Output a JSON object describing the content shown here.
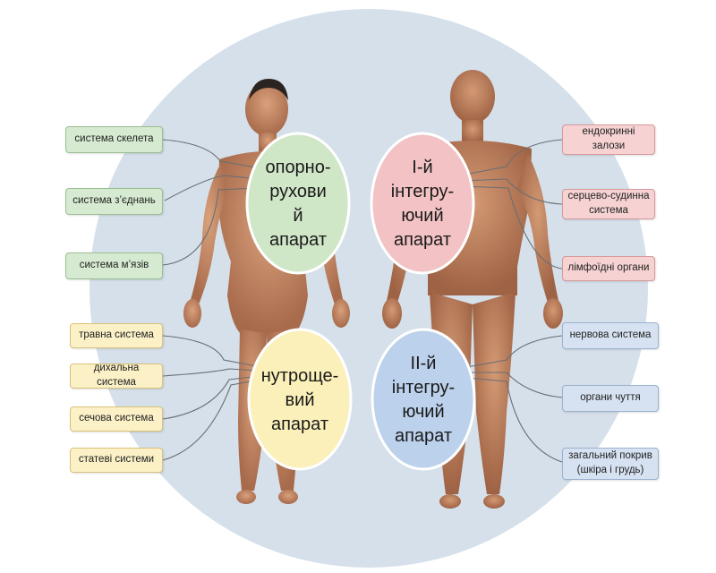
{
  "colors": {
    "background_circle": "#d5e0ea",
    "skin": "#c98a66",
    "green": "#cfe6c7",
    "red": "#f2c2c4",
    "yellow": "#fbf0b9",
    "blue": "#bcd1ec"
  },
  "groups": {
    "support": {
      "title": "опорно-\nрухови\nй\nапарат",
      "labels": [
        "система скелета",
        "система з’єднань",
        "система м’язів"
      ]
    },
    "visceral": {
      "title": "нутроще-\nвий\nапарат",
      "labels": [
        "травна система",
        "дихальна система",
        "сечова система",
        "статеві системи"
      ]
    },
    "integr1": {
      "title": "І-й\nінтегру-\nючий\nапарат",
      "labels": [
        "ендокринні\nзалози",
        "серцево-судинна\nсистема",
        "лімфоїдні органи"
      ]
    },
    "integr2": {
      "title": "ІІ-й\nінтегру-\nючий\nапарат",
      "labels": [
        "нервова система",
        "органи чуття",
        "загальний покрив\n(шкіра і грудь)"
      ]
    }
  }
}
